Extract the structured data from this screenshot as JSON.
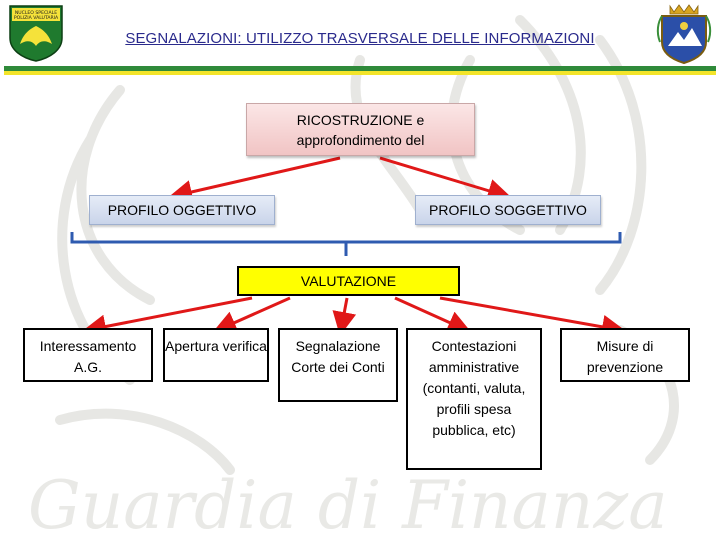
{
  "page": {
    "title": "SEGNALAZIONI: UTILIZZO TRASVERSALE DELLE INFORMAZIONI"
  },
  "logos": {
    "left_text_line1": "NUCLEO SPECIALE",
    "left_text_line2": "POLIZIA VALUTARIA",
    "watermark_text": "Guardia di Finanza"
  },
  "diagram": {
    "root": "RICOSTRUZIONE e approfondimento del",
    "profiles": [
      "PROFILO OGGETTIVO",
      "PROFILO SOGGETTIVO"
    ],
    "evaluation": "VALUTAZIONE",
    "outcomes": [
      "Interessamento A.G.",
      "Apertura verifica",
      "Segnalazione Corte dei Conti",
      "Contestazioni amministrative (contanti, valuta, profili spesa pubblica, etc)",
      "Misure di prevenzione"
    ]
  },
  "colors": {
    "title": "#2a2a8c",
    "band_green": "#2f8a3a",
    "band_yellow": "#f3e42a",
    "arrow": "#e01818",
    "bracket": "#2f5bb0",
    "evaluation_fill": "#ffff00"
  }
}
